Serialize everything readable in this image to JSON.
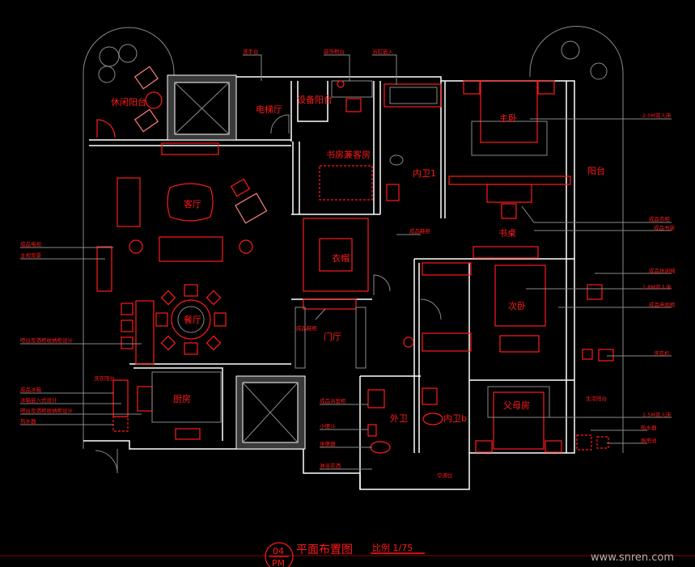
{
  "title": {
    "drawing_number": "04",
    "drawing_code": "PM",
    "name": "平面布置图",
    "scale": "比例 1/75"
  },
  "watermark": "www.snren.com",
  "rooms": {
    "leisure_balcony": "休闲阳台",
    "elevator_hall": "电梯厅",
    "equipment_balcony": "设备阳台",
    "study_guest": "书房兼客房",
    "living": "客厅",
    "ensuite1": "内卫1",
    "master": "主卧",
    "balcony": "阳台",
    "study_desk": "书桌",
    "cloakroom": "衣帽",
    "foyer": "门厅",
    "dining": "餐厅",
    "kitchen": "厨房",
    "laundry_balcony": "洗衣阳台",
    "second_bedroom": "次卧",
    "parents_room": "父母房",
    "guest_bath": "外卫",
    "ensuite2": "内卫b",
    "utility_balcony": "生活阳台",
    "ac": "空调位"
  },
  "annotations": {
    "top": [
      "洗手台",
      "装饰柜台",
      "浴缸嵌入"
    ],
    "right": [
      "2.0M双人床",
      "成品衣柜",
      "成品书架",
      "成品休闲椅",
      "1.8M双人床",
      "成品电视柜",
      "洗衣机",
      "1.5M双人床",
      "热水器",
      "拖把池"
    ],
    "left": [
      "成品电视",
      "主视背景",
      "吧台及酒柜收纳柜设计",
      "成品冰箱",
      "冰箱嵌入式设计",
      "吧台及酒柜收纳柜设计",
      "热水器"
    ],
    "center": [
      "成品鞋柜",
      "成品鞋柜",
      "成品浴室柜",
      "小便斗",
      "坐便器",
      "淋浴花洒"
    ]
  }
}
